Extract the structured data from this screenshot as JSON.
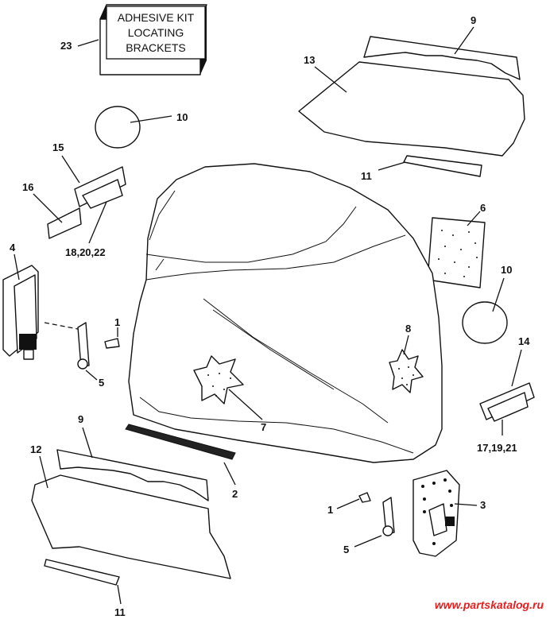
{
  "kit_box": {
    "lines": [
      "ADHESIVE KIT",
      "LOCATING",
      "BRACKETS"
    ]
  },
  "callouts": {
    "c23": "23",
    "c9_top": "9",
    "c13": "13",
    "c10_top": "10",
    "c15": "15",
    "c16": "16",
    "c18_20_22": "18,20,22",
    "c11_top": "11",
    "c6": "6",
    "c4": "4",
    "c10_right": "10",
    "c1_left": "1",
    "c5_left": "5",
    "c8": "8",
    "c14": "14",
    "c7": "7",
    "c17_19_21": "17,19,21",
    "c9_bottom": "9",
    "c12": "12",
    "c2": "2",
    "c3": "3",
    "c1_right": "1",
    "c5_right": "5",
    "c11_bottom": "11"
  },
  "watermark": "www.partskatalog.ru"
}
